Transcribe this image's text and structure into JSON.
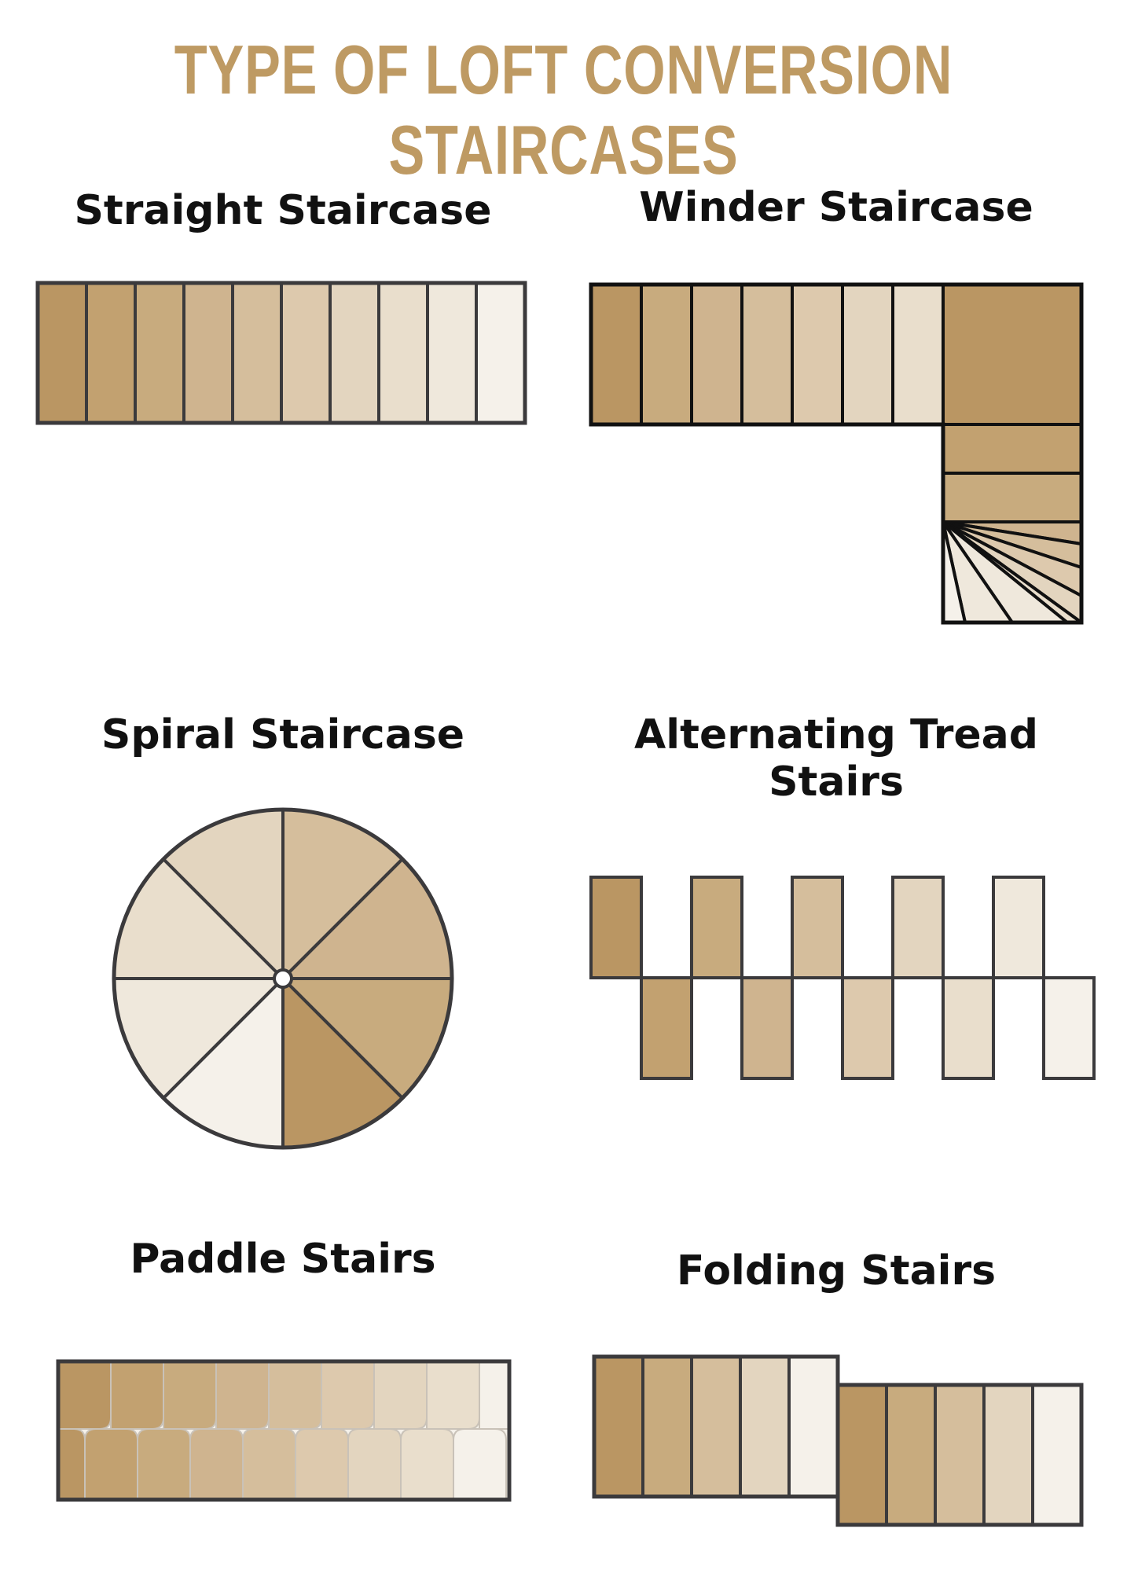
{
  "title": "TYPE OF LOFT CONVERSION STAIRCASES",
  "colors": {
    "title": "#BE9A63",
    "stroke": "#3b3a3c",
    "stroke_dark": "#111111",
    "shades": [
      "#BA9663",
      "#C2A170",
      "#C8AB7E",
      "#CFB48F",
      "#D5BE9C",
      "#DDC9AD",
      "#E3D5BF",
      "#E9DECC",
      "#EFE8DC",
      "#F5F1EA"
    ]
  },
  "staircases": [
    {
      "id": "straight",
      "label": "Straight Staircase"
    },
    {
      "id": "winder",
      "label": "Winder Staircase"
    },
    {
      "id": "spiral",
      "label": "Spiral Staircase"
    },
    {
      "id": "alternating",
      "label": "Alternating Tread Stairs"
    },
    {
      "id": "paddle",
      "label": "Paddle Stairs"
    },
    {
      "id": "folding",
      "label": "Folding Stairs"
    }
  ]
}
